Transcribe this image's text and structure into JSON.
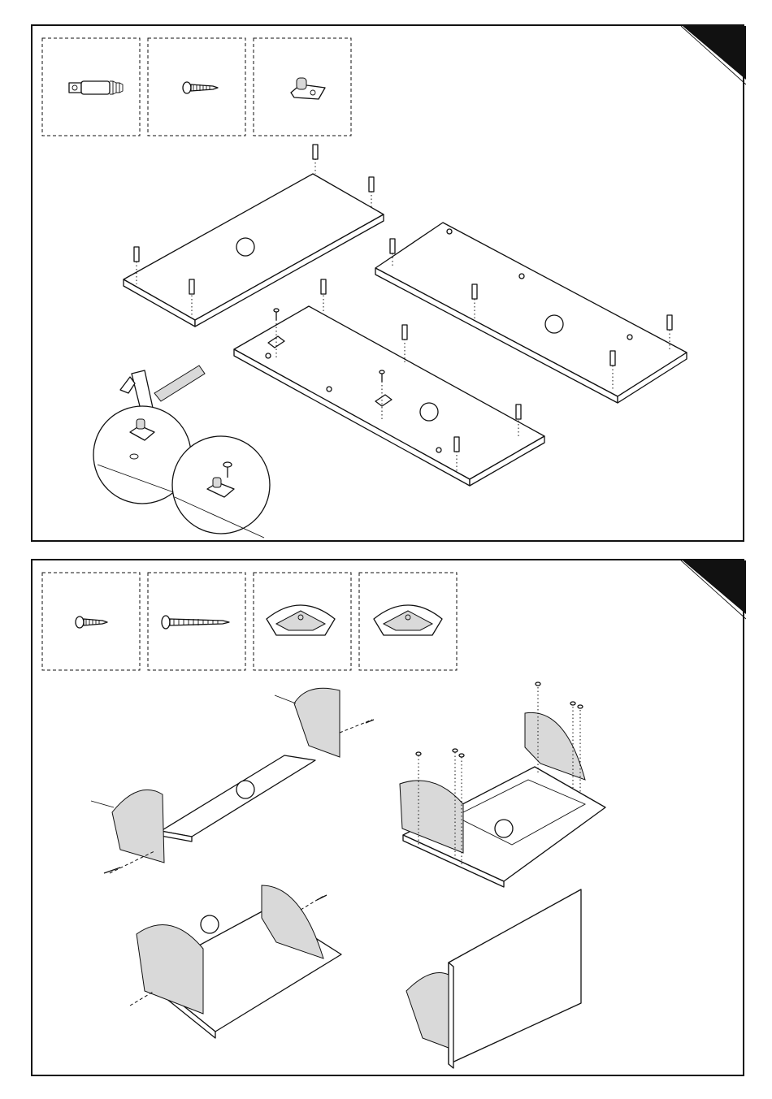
{
  "colors": {
    "line": "#111111",
    "background": "#ffffff",
    "fill": "#d9d9d9"
  },
  "steps": [
    {
      "id": "step-1",
      "parts": [
        {
          "icon": "cam-dowel-icon"
        },
        {
          "icon": "short-screw-icon"
        },
        {
          "icon": "shelf-support-peg-icon"
        }
      ],
      "detail_icons": [
        "hammer-icon",
        "magnified-peg-detail",
        "magnified-screw-detail"
      ]
    },
    {
      "id": "step-2",
      "parts": [
        {
          "icon": "short-screw-icon"
        },
        {
          "icon": "long-screw-icon"
        },
        {
          "icon": "left-drawer-bracket-icon"
        },
        {
          "icon": "right-drawer-bracket-icon"
        }
      ]
    }
  ]
}
